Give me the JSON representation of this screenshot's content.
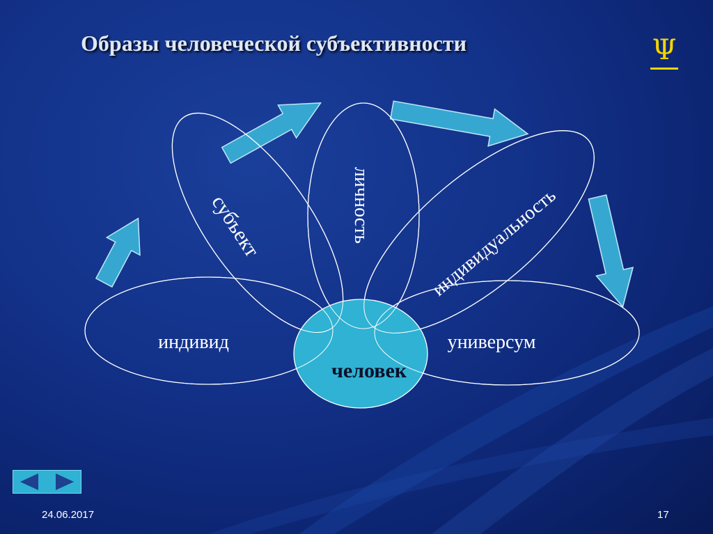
{
  "slide": {
    "title": "Образы человеческой субъективности",
    "logo_symbol": "Ψ",
    "date": "24.06.2017",
    "page_number": "17"
  },
  "diagram": {
    "center": "человек",
    "petals": {
      "individ": "индивид",
      "subject": "субъект",
      "lichnost": "личность",
      "individualnost": "индивидуальность",
      "universum": "универсум"
    }
  },
  "navigation": {
    "prev_icon": "arrow-left-icon",
    "next_icon": "arrow-right-icon"
  },
  "colors": {
    "arrow_fill": "#36a7d1",
    "center_fill": "#2fb2d3",
    "title_color": "#dfe6f5",
    "logo_color": "#f2d500"
  }
}
